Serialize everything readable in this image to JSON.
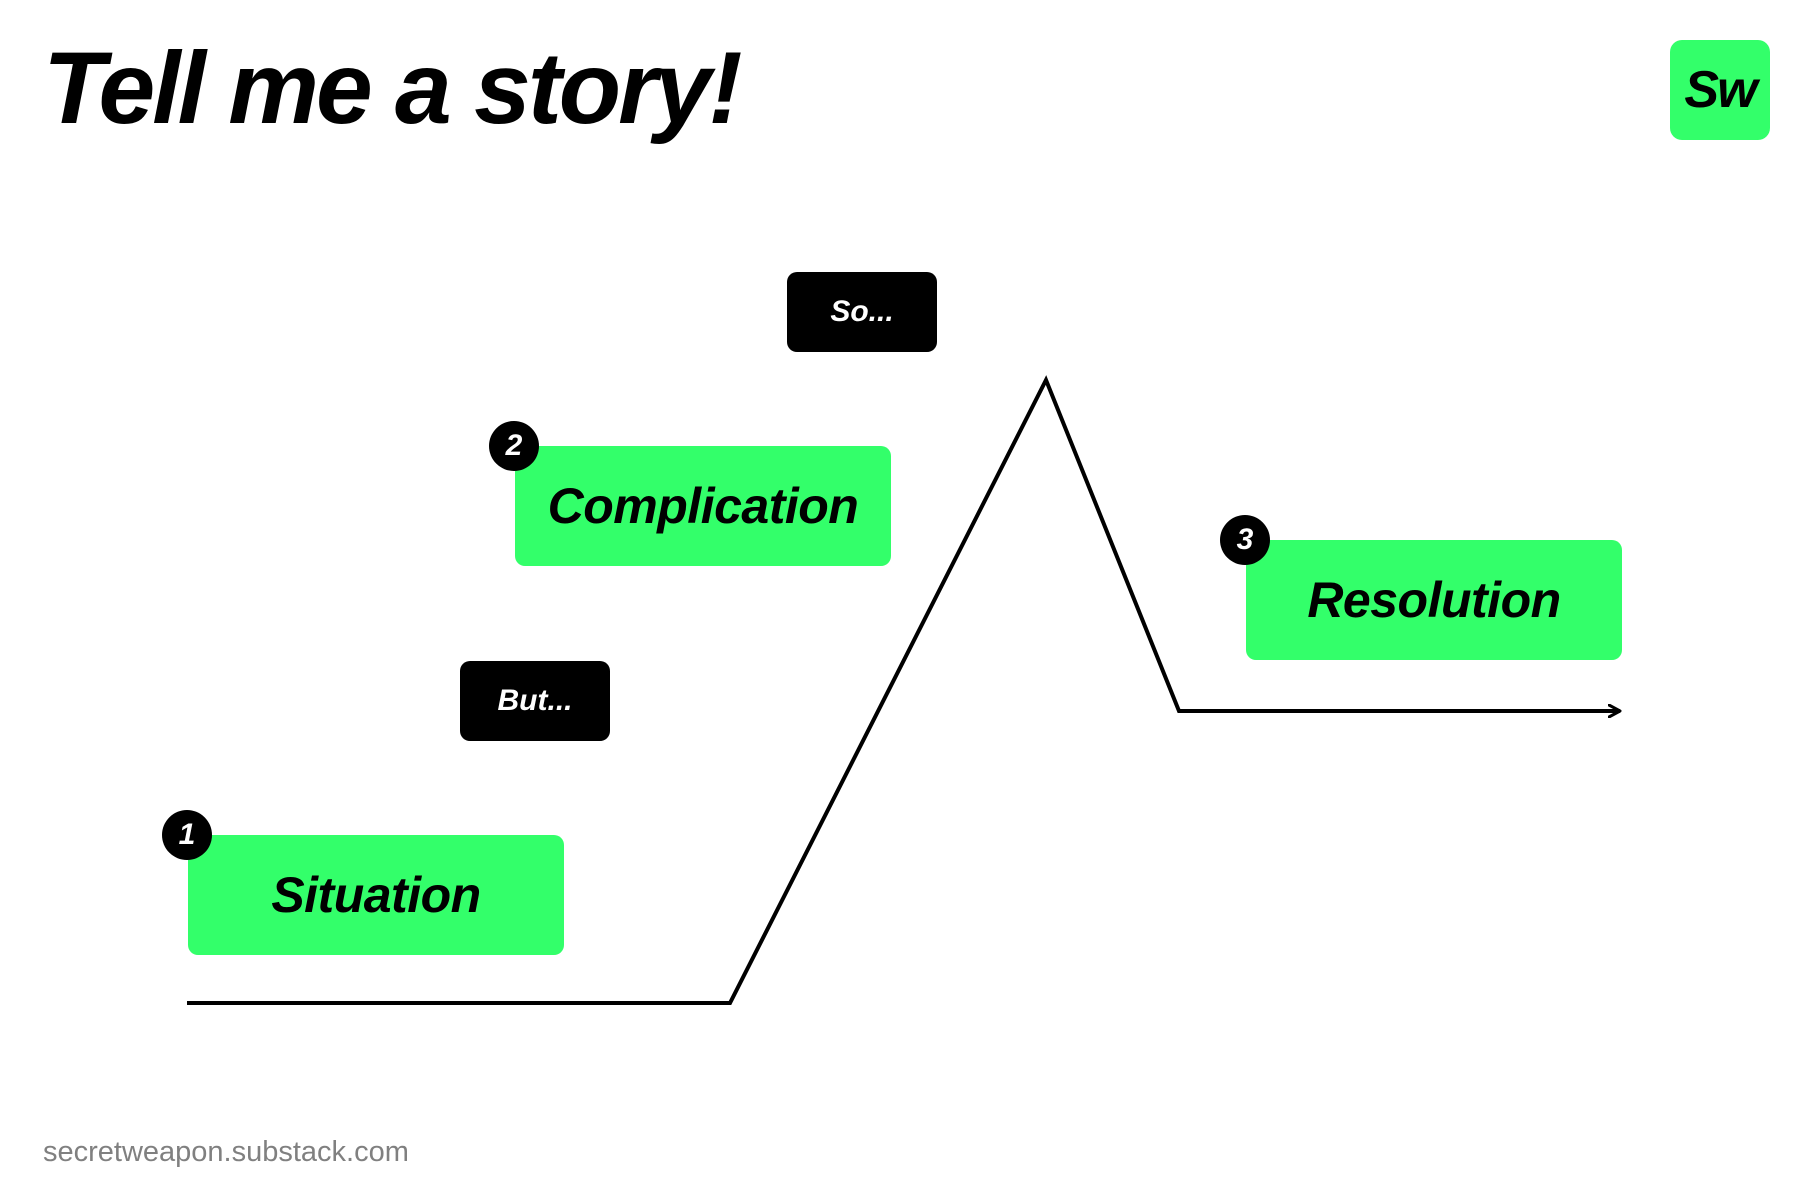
{
  "title": "Tell me a story!",
  "logo": {
    "text": "Sw",
    "color": "#33ff6a"
  },
  "accent_color": "#33ff6a",
  "stages": [
    {
      "number": "1",
      "label": "Situation"
    },
    {
      "number": "2",
      "label": "Complication"
    },
    {
      "number": "3",
      "label": "Resolution"
    }
  ],
  "connectors": [
    {
      "label": "But..."
    },
    {
      "label": "So..."
    }
  ],
  "footer": "secretweapon.substack.com"
}
